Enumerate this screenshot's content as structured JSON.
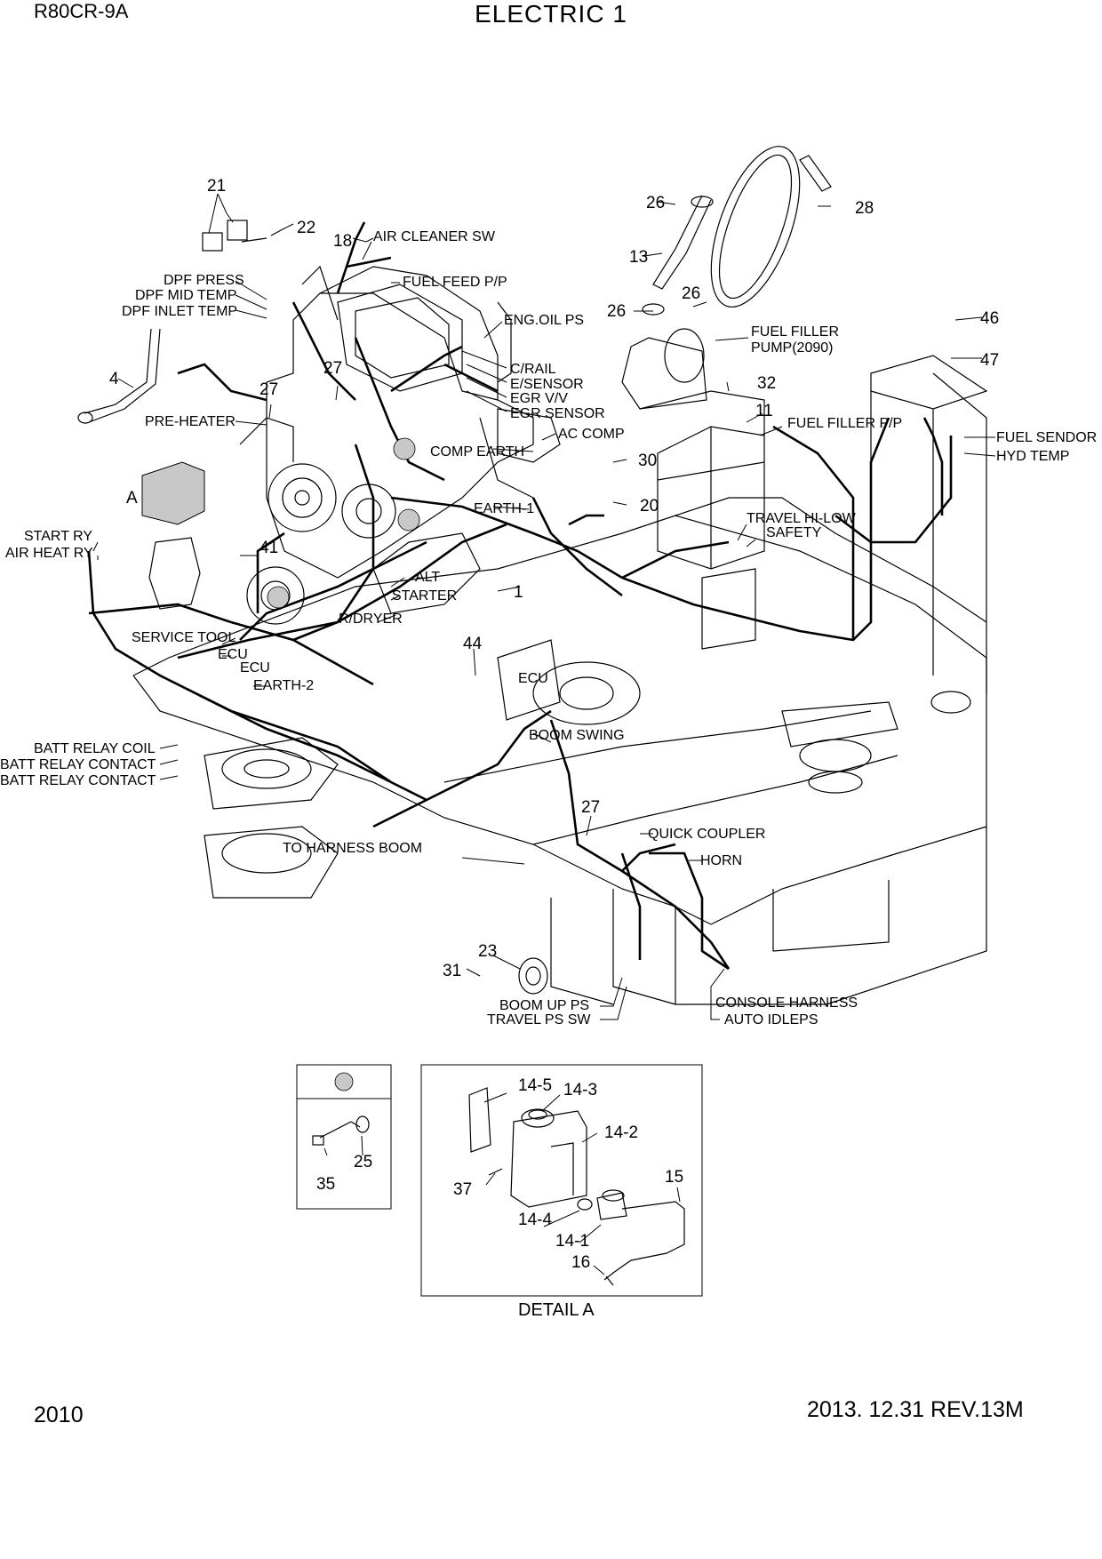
{
  "header": {
    "model": "R80CR-9A",
    "title": "ELECTRIC 1"
  },
  "footer": {
    "page_number": "2010",
    "revision": "2013. 12.31  REV.13M"
  },
  "callout_numbers": {
    "n21": "21",
    "n22": "22",
    "n18": "18",
    "n4": "4",
    "n27a": "27",
    "n27b": "27",
    "n26a": "26",
    "n28": "28",
    "n13": "13",
    "n26b": "26",
    "n26c": "26",
    "n32": "32",
    "n11": "11",
    "n30": "30",
    "n20": "20",
    "n46": "46",
    "n47": "47",
    "nA": "A",
    "n41": "41",
    "n1": "1",
    "n44": "44",
    "n27c": "27",
    "n23": "23",
    "n31": "31",
    "n35": "35",
    "n25": "25",
    "n14_5": "14-5",
    "n14_3": "14-3",
    "n14_2": "14-2",
    "n15": "15",
    "n37": "37",
    "n14_4": "14-4",
    "n14_1": "14-1",
    "n16": "16"
  },
  "labels": {
    "air_cleaner_sw": "AIR CLEANER SW",
    "fuel_feed_pp": "FUEL FEED P/P",
    "dpf_press": "DPF PRESS",
    "dpf_mid_temp": "DPF MID TEMP",
    "dpf_inlet_temp": "DPF INLET TEMP",
    "eng_oil_ps": "ENG.OIL PS",
    "c_rail": "C/RAIL",
    "e_sensor": "E/SENSOR",
    "egr_vv": "EGR V/V",
    "egr_sensor": "EGR SENSOR",
    "pre_heater": "PRE-HEATER",
    "ac_comp": "AC COMP",
    "comp_earth": "COMP EARTH",
    "earth_1": "EARTH-1",
    "fuel_filler_pump": "FUEL FILLER",
    "fuel_filler_pump_2": "PUMP(2090)",
    "fuel_filler_pp": "FUEL FILLER P/P",
    "fuel_sendor": "FUEL SENDOR",
    "hyd_temp": "HYD TEMP",
    "travel_hi_low": "TRAVEL HI-LOW",
    "safety": "SAFETY",
    "start_ry": "START RY",
    "air_heat_ry": "AIR HEAT RY",
    "alt": "ALT",
    "starter": "STARTER",
    "r_dryer": "R/DRYER",
    "service_tool": "SERVICE TOOL",
    "ecu_1": "ECU",
    "ecu_2": "ECU",
    "ecu_box": "ECU",
    "earth_2": "EARTH-2",
    "batt_relay_coil": "BATT RELAY COIL",
    "batt_relay_contact_1": "BATT RELAY CONTACT",
    "batt_relay_contact_2": "BATT RELAY CONTACT",
    "boom_swing": "BOOM SWING",
    "quick_coupler": "QUICK COUPLER",
    "horn": "HORN",
    "to_harness_boom": "TO HARNESS BOOM",
    "boom_up_ps": "BOOM UP PS",
    "travel_ps_sw": "TRAVEL PS SW",
    "console_harness": "CONSOLE HARNESS",
    "auto_idleps": "AUTO IDLEPS",
    "detail_a": "DETAIL A"
  }
}
